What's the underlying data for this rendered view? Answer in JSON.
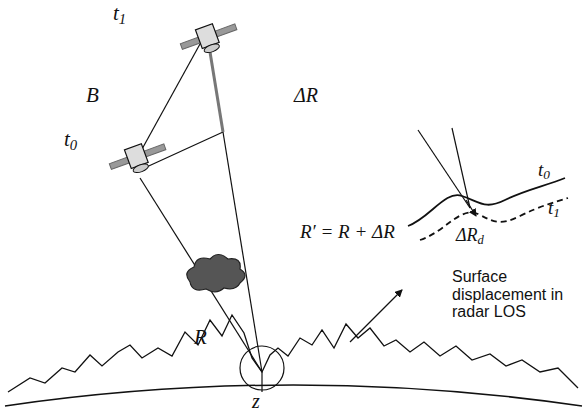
{
  "diagram": {
    "labels": [
      "t1",
      "t0",
      "B",
      "ΔR",
      "R′ = R + ΔR",
      "R",
      "z",
      "t0",
      "t1",
      "ΔRd",
      "Surface displacement in radar LOS"
    ]
  }
}
